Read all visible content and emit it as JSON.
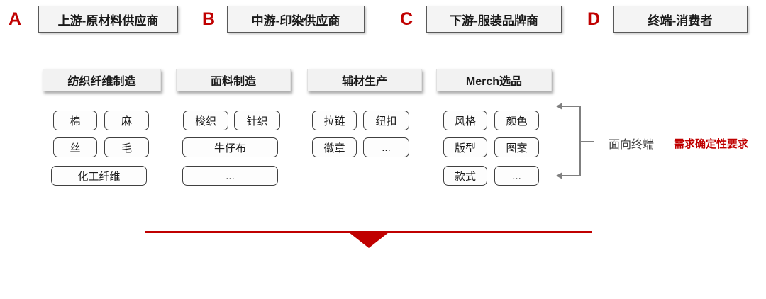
{
  "chain": [
    {
      "letter": "A",
      "label": "上游-原材料供应商"
    },
    {
      "letter": "B",
      "label": "中游-印染供应商"
    },
    {
      "letter": "C",
      "label": "下游-服装品牌商"
    },
    {
      "letter": "D",
      "label": "终端-消费者"
    }
  ],
  "columns": [
    {
      "header": "纺织纤维制造",
      "rows": [
        [
          "棉",
          "麻"
        ],
        [
          "丝",
          "毛"
        ],
        [
          "化工纤维"
        ]
      ]
    },
    {
      "header": "面料制造",
      "rows": [
        [
          "梭织",
          "针织"
        ],
        [
          "牛仔布"
        ],
        [
          "..."
        ]
      ]
    },
    {
      "header": "辅材生产",
      "rows": [
        [
          "拉链",
          "纽扣"
        ],
        [
          "徽章",
          "..."
        ]
      ]
    },
    {
      "header": "Merch选品",
      "rows": [
        [
          "风格",
          "颜色"
        ],
        [
          "版型",
          "图案"
        ],
        [
          "款式",
          "..."
        ]
      ]
    }
  ],
  "annotation": {
    "target_label": "面向终端",
    "red_label": "需求确定性要求"
  },
  "icons": {
    "bracket_arrow": "arrow-left-icon",
    "bottom_marker": "triangle-down-icon"
  },
  "colors": {
    "red": "#c00000",
    "gray": "#7f7f7f",
    "header_fill": "#f2f2f2",
    "cell_border": "#404040"
  }
}
